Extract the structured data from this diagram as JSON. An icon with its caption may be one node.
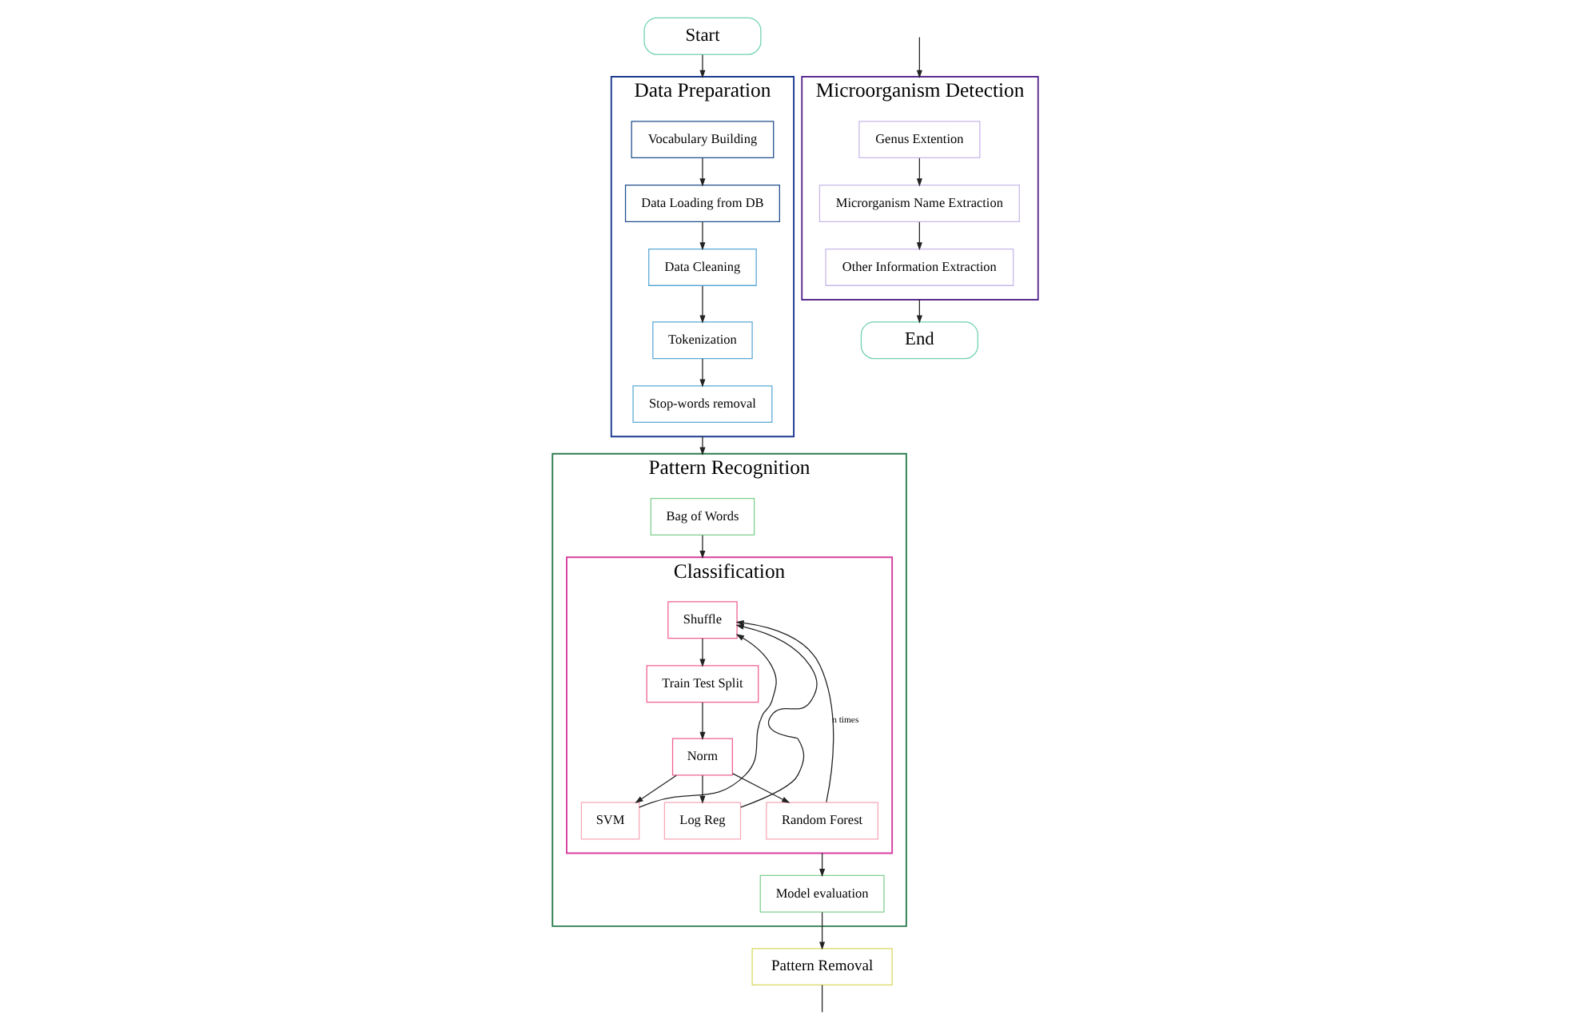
{
  "diagram": {
    "nodes": [
      {
        "text": [
          "Start"
        ]
      },
      {
        "text": [
          "Data Preparation"
        ]
      },
      {
        "text": [
          "Vocabulary Building"
        ],
        "in": 1
      },
      {
        "text": [
          "Data Loading from DB"
        ],
        "in": 1
      },
      {
        "text": [
          "Data Cleaning"
        ],
        "in": 1
      },
      {
        "text": [
          "Tokenization"
        ],
        "in": 1
      },
      {
        "text": [
          "Stop-words removal"
        ],
        "in": 1
      },
      {
        "text": [
          "Pattern Recognition"
        ]
      },
      {
        "text": [
          "Bag of Words"
        ],
        "in": 7
      },
      {
        "text": [
          "Classification"
        ],
        "in": 7
      },
      {
        "text": [
          "Shuffle"
        ],
        "in": 9
      },
      {
        "text": [
          "Train Test Split"
        ],
        "in": 9
      },
      {
        "text": [
          "Norm"
        ],
        "in": 9
      },
      {
        "text": [
          "SVM"
        ],
        "in": 9
      },
      {
        "text": [
          "Log Reg"
        ],
        "in": 9
      },
      {
        "text": [
          "Random Forest"
        ],
        "in": 9
      },
      {
        "text": [
          "Model evaluation"
        ],
        "in": 7
      },
      {
        "text": [
          "Pattern Removal"
        ]
      },
      {
        "text": [
          "Microorganism Detection"
        ]
      },
      {
        "text": [
          "Genus Extention"
        ],
        "in": 18
      },
      {
        "text": [
          "Microrganism Name Extraction"
        ],
        "in": 18
      },
      {
        "text": [
          "Other Information Extraction"
        ],
        "in": 18
      },
      {
        "text": [
          "End"
        ]
      }
    ],
    "edges": [
      {
        "from": 0,
        "to": 1,
        "arrow": "to"
      },
      {
        "from": 2,
        "to": 3,
        "arrow": "to"
      },
      {
        "from": 3,
        "to": 4,
        "arrow": "to"
      },
      {
        "from": 4,
        "to": 5,
        "arrow": "to"
      },
      {
        "from": 5,
        "to": 6,
        "arrow": "to"
      },
      {
        "from": 1,
        "to": 7,
        "arrow": "to"
      },
      {
        "from": 8,
        "to": 9,
        "arrow": "to"
      },
      {
        "from": 10,
        "to": 11,
        "arrow": "to"
      },
      {
        "from": 11,
        "to": 12,
        "arrow": "to"
      },
      {
        "from": 12,
        "to": 13,
        "arrow": "to"
      },
      {
        "from": 12,
        "to": 14,
        "arrow": "to"
      },
      {
        "from": 12,
        "to": 15,
        "arrow": "to"
      },
      {
        "from": 13,
        "to": 10,
        "arrow": "to"
      },
      {
        "from": 15,
        "to": 10,
        "label": "n times",
        "arrow": "to"
      },
      {
        "from": 14,
        "to": 10,
        "arrow": "to"
      },
      {
        "from": 9,
        "to": 16,
        "arrow": "to"
      },
      {
        "from": 16,
        "to": 17,
        "arrow": "to"
      },
      {
        "from": 17,
        "to": null,
        "arrow": "none"
      },
      {
        "from": null,
        "to": 18,
        "arrow": "to"
      },
      {
        "from": 19,
        "to": 20,
        "arrow": "to"
      },
      {
        "from": 20,
        "to": 21,
        "arrow": "to"
      },
      {
        "from": 18,
        "to": 22,
        "arrow": "to"
      }
    ]
  }
}
